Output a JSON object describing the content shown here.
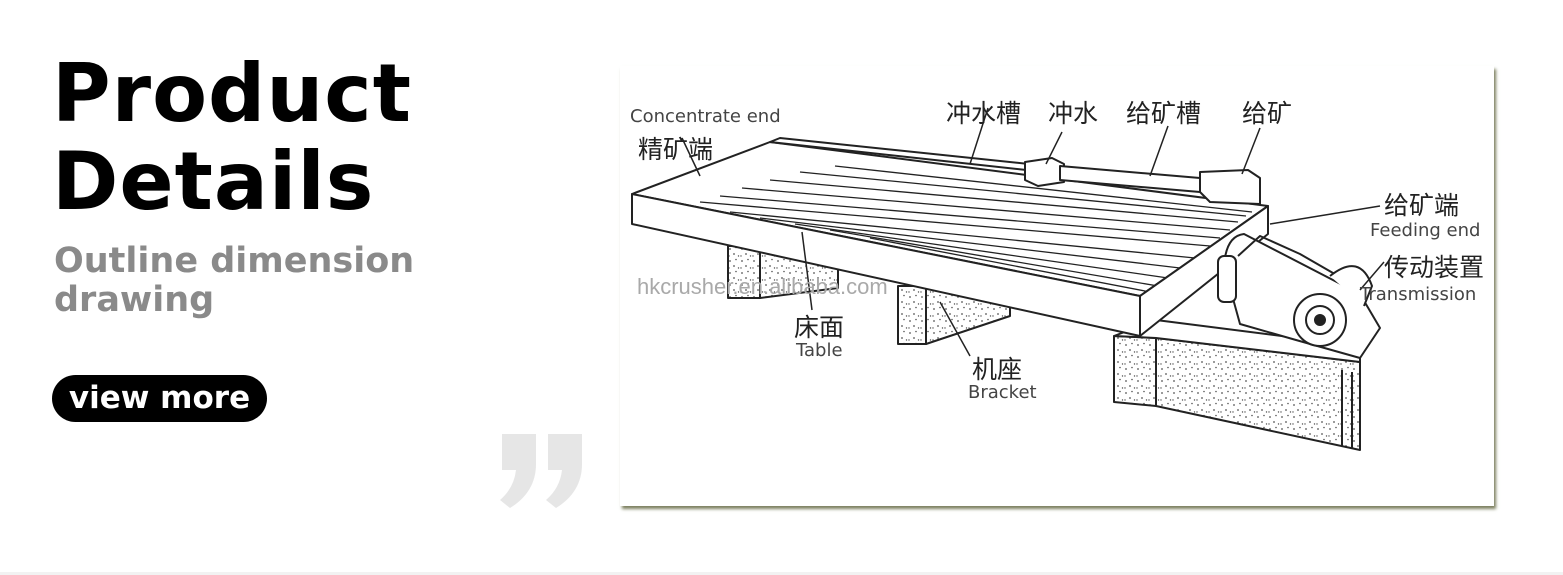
{
  "heading": {
    "line1": "Product",
    "line2": "Details"
  },
  "subheading": {
    "line1": "Outline dimension",
    "line2": "drawing"
  },
  "button": {
    "label": "view more"
  },
  "figure": {
    "labels": {
      "concentrate_end_en": "Concentrate end",
      "concentrate_end_cn": "精矿端",
      "flush_trough_cn": "冲水槽",
      "flush_water_cn": "冲水",
      "feed_trough_cn": "给矿槽",
      "feed_cn": "给矿",
      "feeding_end_cn": "给矿端",
      "feeding_end_en": "Feeding end",
      "transmission_cn": "传动装置",
      "transmission_en": "Transmission",
      "table_cn": "床面",
      "table_en": "Table",
      "bracket_cn": "机座",
      "bracket_en": "Bracket"
    },
    "watermark": "hkcrusher.en.alibaba.com"
  },
  "colors": {
    "text": "#000000",
    "subtext": "#8a8a8a",
    "button_bg": "#000000",
    "quote": "#e6e6e6"
  }
}
